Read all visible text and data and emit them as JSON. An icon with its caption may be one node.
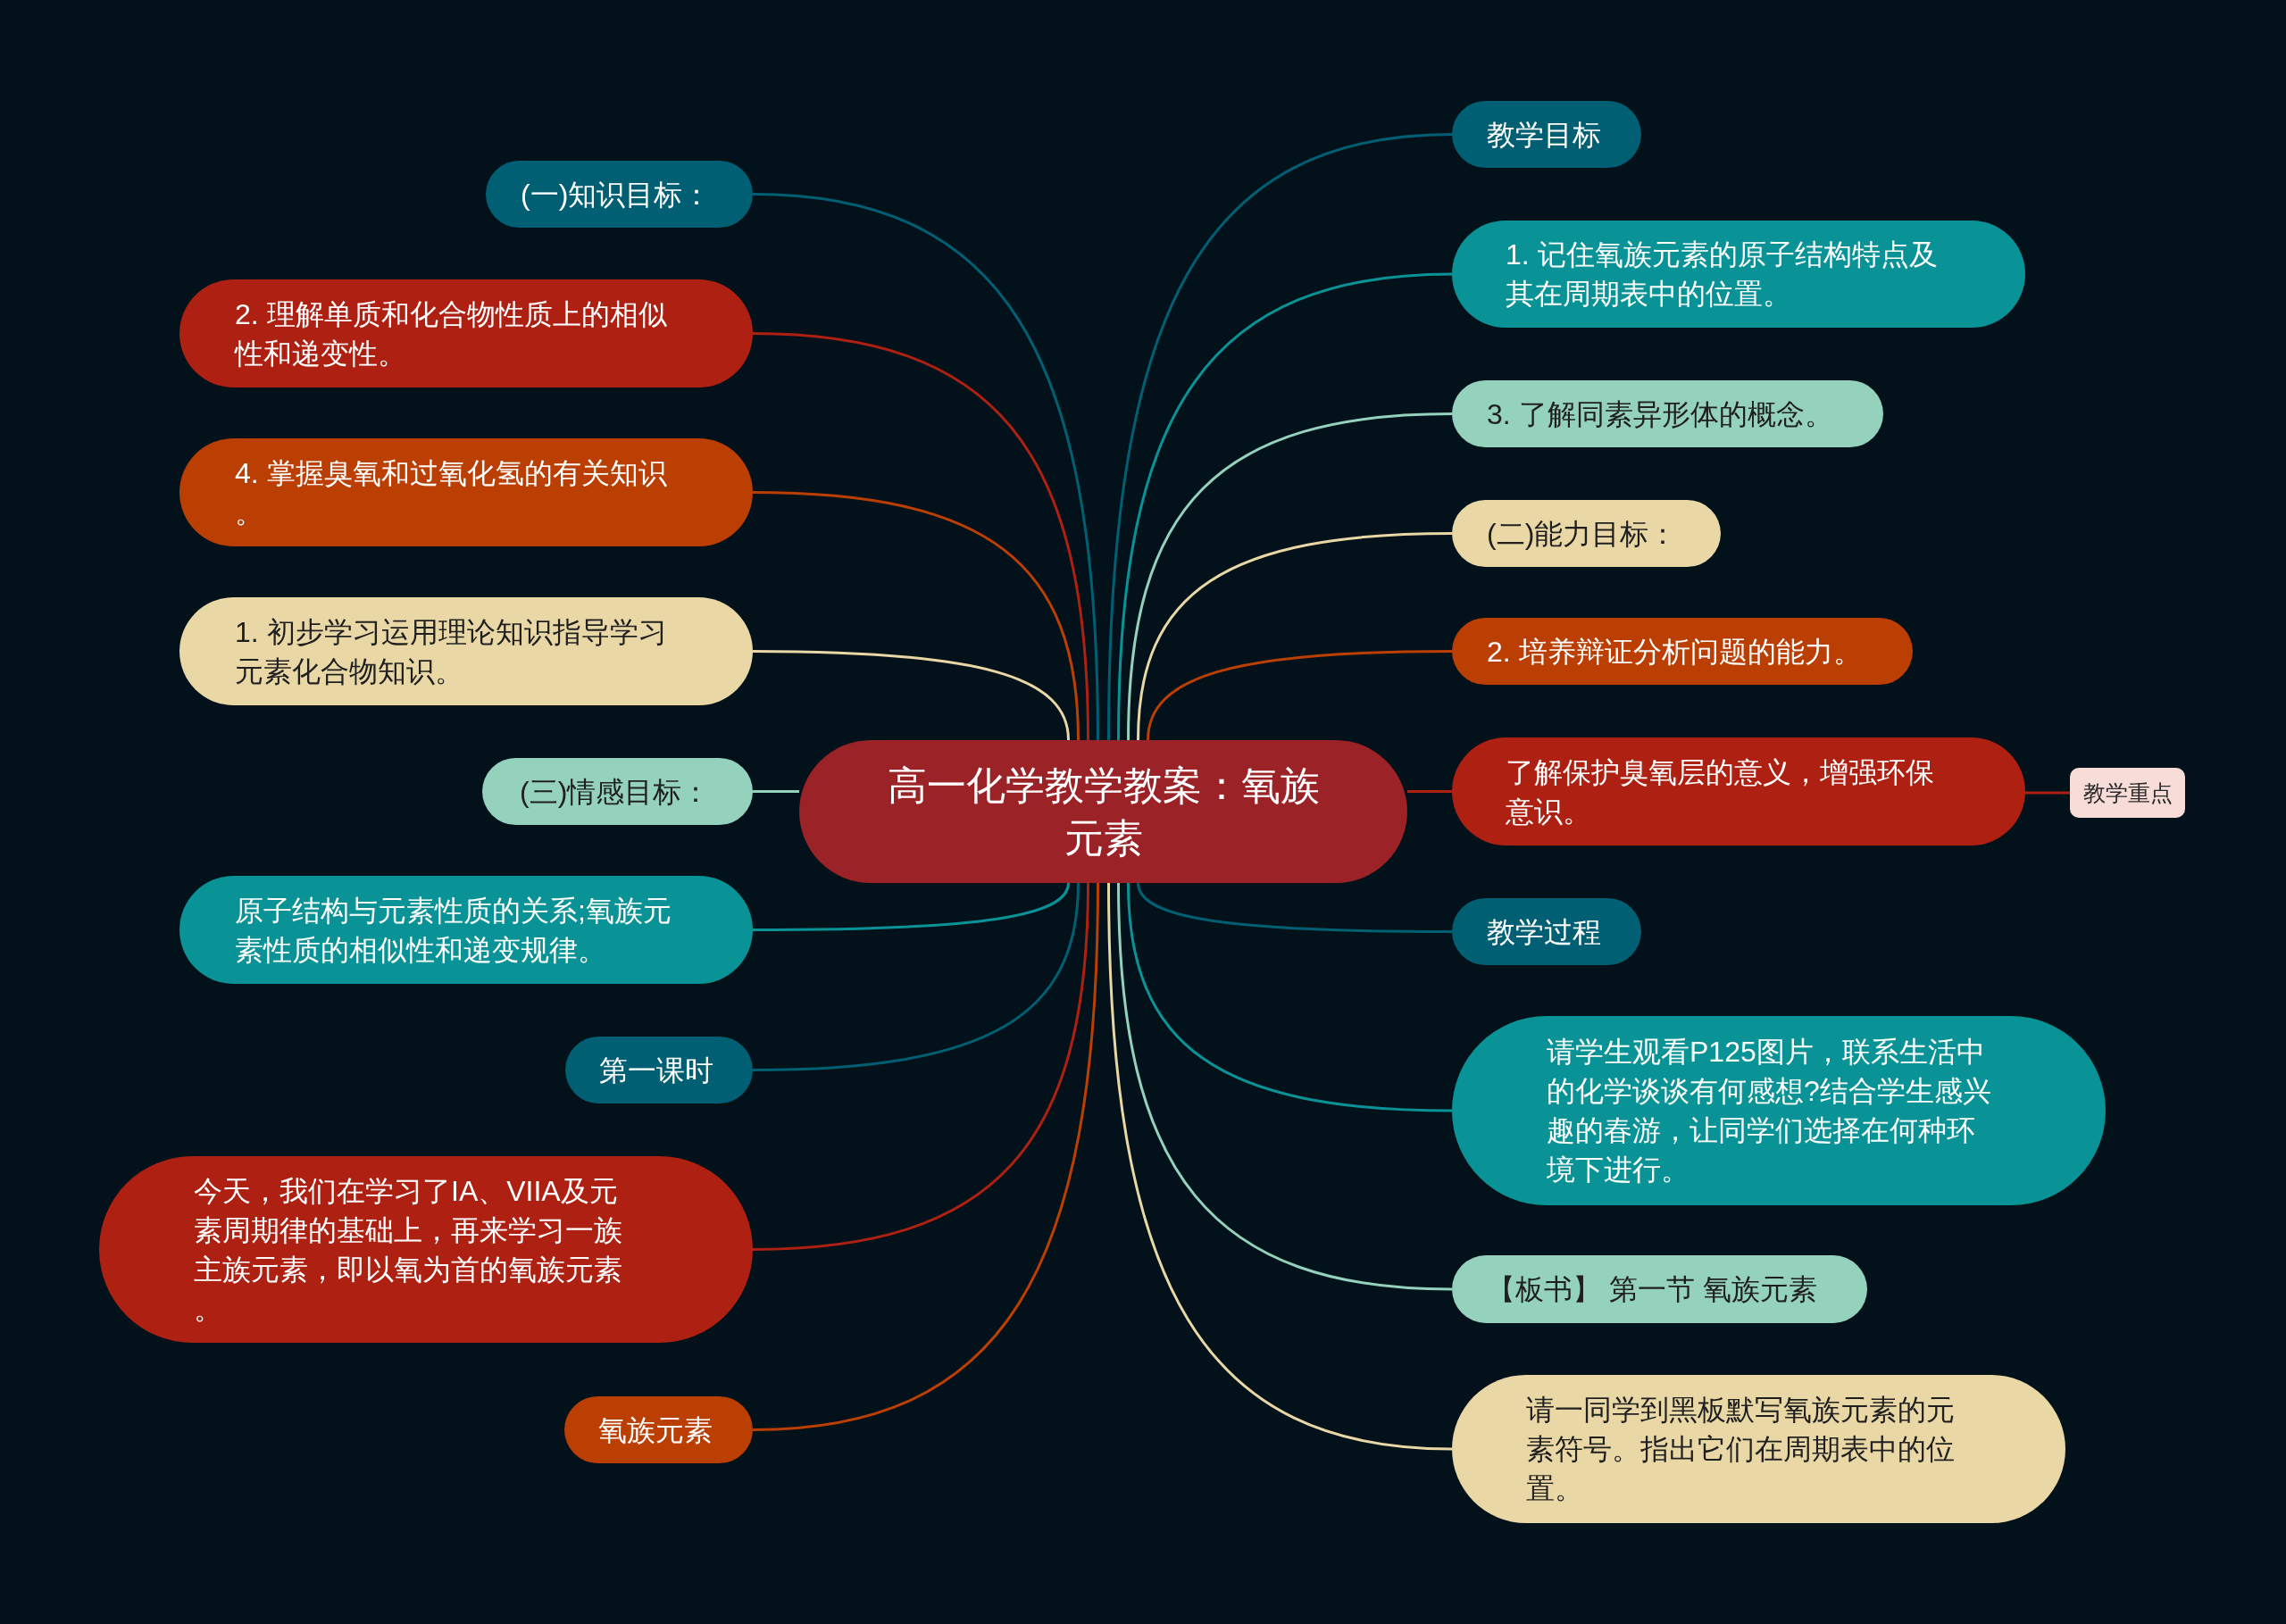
{
  "diagram": {
    "nodes": [
      {
        "text": [
          "高一化学教学教案：氧族元素"
        ]
      },
      {
        "text": [
          "(一)知识目标："
        ]
      },
      {
        "text": [
          "2. 理解单质和化合物性质上的相似性和递变性。"
        ]
      },
      {
        "text": [
          "4. 掌握臭氧和过氧化氢的有关知识。"
        ]
      },
      {
        "text": [
          "1. 初步学习运用理论知识指导学习元素化合物知识。"
        ]
      },
      {
        "text": [
          "(三)情感目标："
        ]
      },
      {
        "text": [
          "原子结构与元素性质的关系;氧族元素性质的相似性和递变规律。"
        ]
      },
      {
        "text": [
          "第一课时"
        ]
      },
      {
        "text": [
          "今天，我们在学习了IA、VIIA及元素周期律的基础上，再来学习一族主族元素，即以氧为首的氧族元素。"
        ]
      },
      {
        "text": [
          "氧族元素"
        ]
      },
      {
        "text": [
          "教学目标"
        ]
      },
      {
        "text": [
          "1. 记住氧族元素的原子结构特点及其在周期表中的位置。"
        ]
      },
      {
        "text": [
          "3. 了解同素异形体的概念。"
        ]
      },
      {
        "text": [
          "(二)能力目标："
        ]
      },
      {
        "text": [
          "2. 培养辩证分析问题的能力。"
        ]
      },
      {
        "text": [
          "了解保护臭氧层的意义，增强环保意识。"
        ]
      },
      {
        "text": [
          "教学重点"
        ]
      },
      {
        "text": [
          "教学过程"
        ]
      },
      {
        "text": [
          "请学生观看P125图片，联系生活中的化学谈谈有何感想?结合学生感兴趣的春游，让同学们选择在何种环境下进行。"
        ]
      },
      {
        "text": [
          "【板书】 第一节 氧族元素"
        ]
      },
      {
        "text": [
          "请一同学到黑板默写氧族元素的元素符号。指出它们在周期表中的位置。"
        ]
      }
    ],
    "edges": [
      {
        "from": 0,
        "to": 1,
        "arrow": "none",
        "color": "#005f73"
      },
      {
        "from": 0,
        "to": 2,
        "arrow": "none",
        "color": "#ae2012"
      },
      {
        "from": 0,
        "to": 3,
        "arrow": "none",
        "color": "#bb3e03"
      },
      {
        "from": 0,
        "to": 4,
        "arrow": "none",
        "color": "#e9d8a6"
      },
      {
        "from": 0,
        "to": 5,
        "arrow": "none",
        "color": "#94d2bd"
      },
      {
        "from": 0,
        "to": 6,
        "arrow": "none",
        "color": "#0a9396"
      },
      {
        "from": 0,
        "to": 7,
        "arrow": "none",
        "color": "#005f73"
      },
      {
        "from": 0,
        "to": 8,
        "arrow": "none",
        "color": "#ae2012"
      },
      {
        "from": 0,
        "to": 9,
        "arrow": "none",
        "color": "#bb3e03"
      },
      {
        "from": 0,
        "to": 10,
        "arrow": "none",
        "color": "#005f73"
      },
      {
        "from": 0,
        "to": 11,
        "arrow": "none",
        "color": "#0a9396"
      },
      {
        "from": 0,
        "to": 12,
        "arrow": "none",
        "color": "#94d2bd"
      },
      {
        "from": 0,
        "to": 13,
        "arrow": "none",
        "color": "#e9d8a6"
      },
      {
        "from": 0,
        "to": 14,
        "arrow": "none",
        "color": "#bb3e03"
      },
      {
        "from": 0,
        "to": 15,
        "arrow": "none",
        "color": "#ae2012"
      },
      {
        "from": 0,
        "to": 17,
        "arrow": "none",
        "color": "#005f73"
      },
      {
        "from": 0,
        "to": 18,
        "arrow": "none",
        "color": "#0a9396"
      },
      {
        "from": 0,
        "to": 19,
        "arrow": "none",
        "color": "#94d2bd"
      },
      {
        "from": 0,
        "to": 20,
        "arrow": "none",
        "color": "#e9d8a6"
      },
      {
        "from": 15,
        "to": 16,
        "arrow": "none",
        "color": "#ae2012"
      }
    ]
  }
}
